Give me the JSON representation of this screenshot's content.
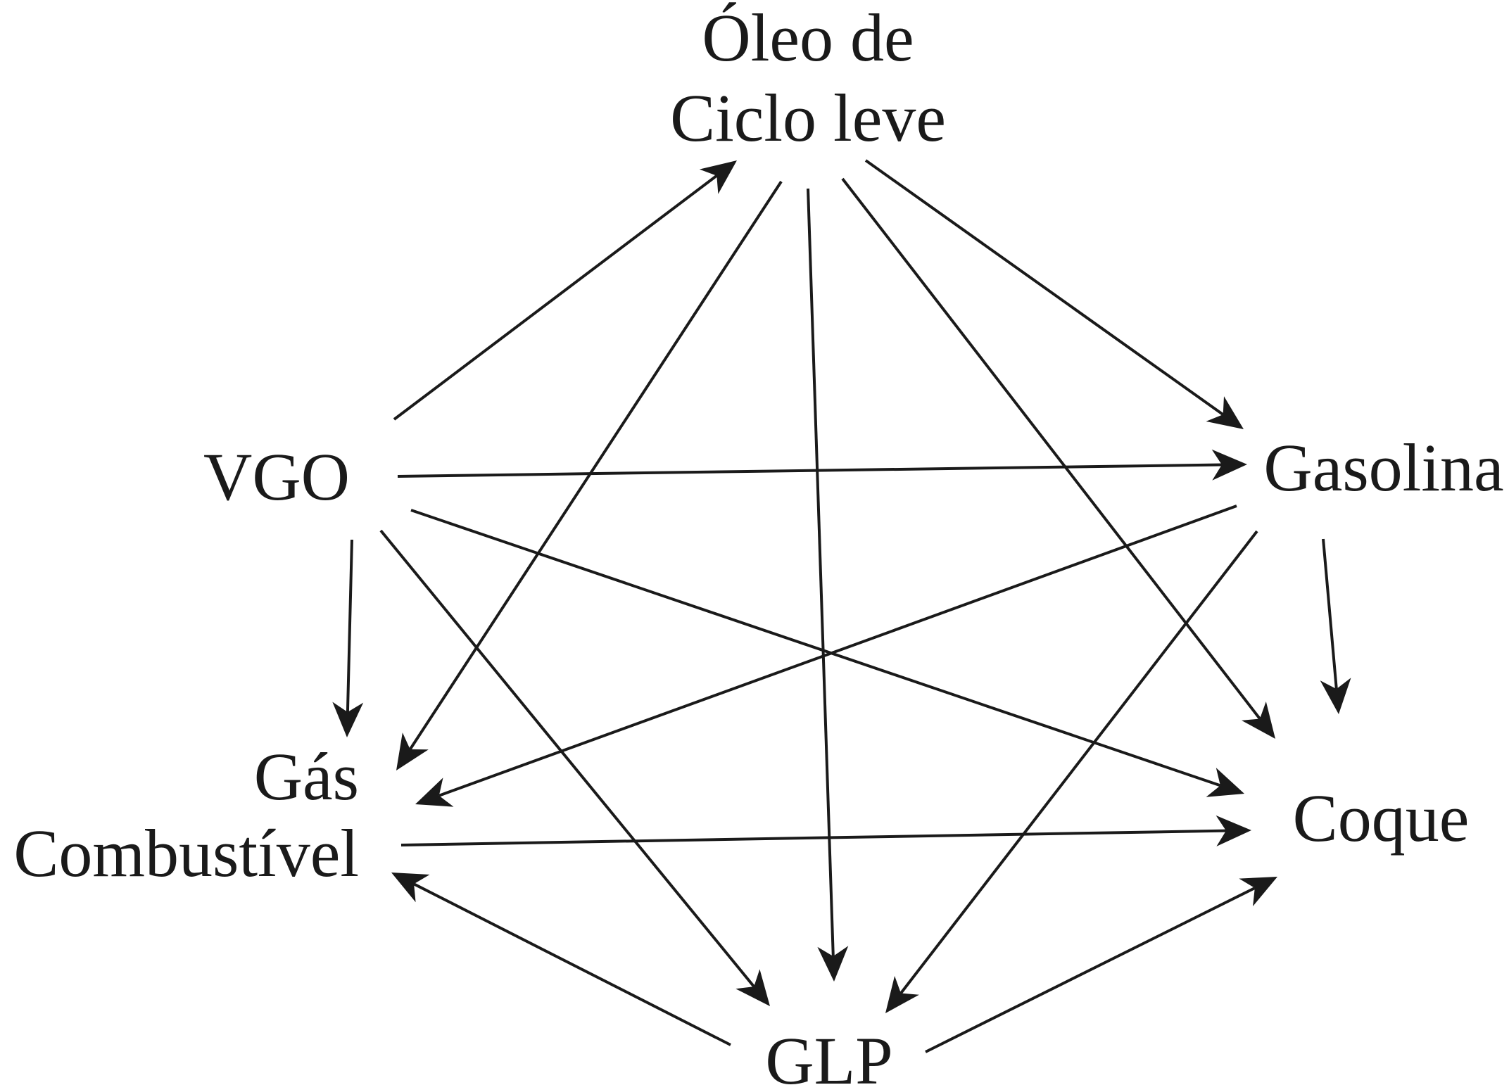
{
  "nodes": {
    "oleo": {
      "line1": "Óleo de",
      "line2": "Ciclo leve"
    },
    "vgo": {
      "label": "VGO"
    },
    "gasolina": {
      "label": "Gasolina"
    },
    "gas": {
      "line1": "Gás",
      "line2": "Combustível"
    },
    "coque": {
      "label": "Coque"
    },
    "glp": {
      "label": "GLP"
    }
  },
  "edges": [
    {
      "from": "VGO",
      "to": "Óleo de Ciclo leve"
    },
    {
      "from": "VGO",
      "to": "Gasolina"
    },
    {
      "from": "VGO",
      "to": "Gás Combustível"
    },
    {
      "from": "VGO",
      "to": "Coque"
    },
    {
      "from": "VGO",
      "to": "GLP"
    },
    {
      "from": "Óleo de Ciclo leve",
      "to": "Gasolina"
    },
    {
      "from": "Óleo de Ciclo leve",
      "to": "Gás Combustível"
    },
    {
      "from": "Óleo de Ciclo leve",
      "to": "Coque"
    },
    {
      "from": "Óleo de Ciclo leve",
      "to": "GLP"
    },
    {
      "from": "Gasolina",
      "to": "Gás Combustível"
    },
    {
      "from": "Gasolina",
      "to": "Coque"
    },
    {
      "from": "Gasolina",
      "to": "GLP"
    },
    {
      "from": "Gás Combustível",
      "to": "Coque"
    },
    {
      "from": "GLP",
      "to": "Gás Combustível"
    },
    {
      "from": "GLP",
      "to": "Coque"
    }
  ],
  "colors": {
    "ink": "#1a1a1a",
    "background": "#ffffff"
  }
}
